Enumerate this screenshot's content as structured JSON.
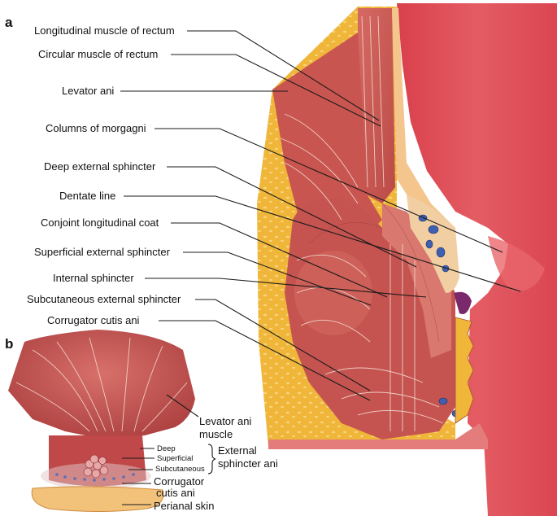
{
  "panels": {
    "a": "a",
    "b": "b"
  },
  "panel_a_labels": [
    "Longitudinal muscle of rectum",
    "Circular muscle of rectum",
    "Levator ani",
    "Columns of morgagni",
    "Deep external sphincter",
    "Dentate line",
    "Conjoint longitudinal coat",
    "Superficial external sphincter",
    "Internal sphincter",
    "Subcutaneous external sphincter",
    "Corrugator cutis ani"
  ],
  "panel_b": {
    "levator_line1": "Levator ani",
    "levator_line2": "muscle",
    "deep": "Deep",
    "superficial": "Superficial",
    "subcutaneous": "Subcutaneous",
    "external_line1": "External",
    "external_line2": "sphincter ani",
    "corrugator_line1": "Corrugator",
    "corrugator_line2": "cutis ani",
    "perianal": "Perianal skin"
  },
  "colors": {
    "fat": "#f0b63a",
    "muscle": "#c9514d",
    "muscle_light": "#d97a6e",
    "mucosa": "#e0505a",
    "vessel": "#3f5fb0"
  }
}
